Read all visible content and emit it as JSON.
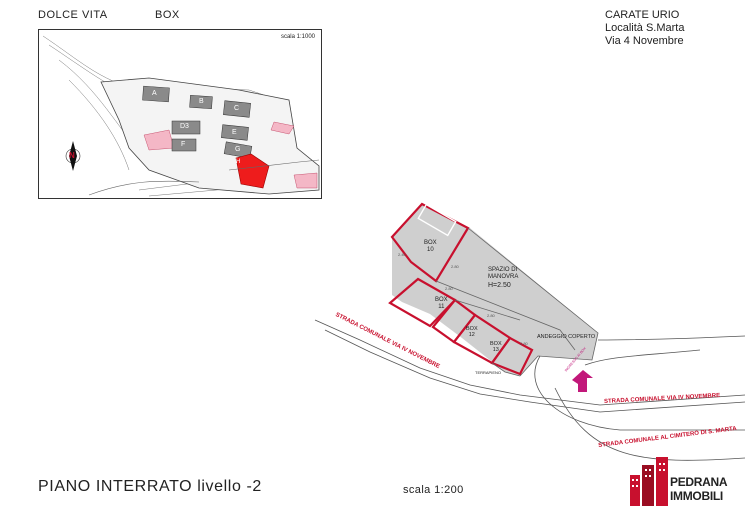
{
  "header": {
    "project": "DOLCE VITA",
    "type": "BOX",
    "city": "CARATE URIO",
    "locality": "Località S.Marta",
    "street": "Via 4 Novembre"
  },
  "site_map": {
    "scale": "scala 1:1000",
    "north": "N",
    "blocks": [
      "A",
      "B",
      "C",
      "D3",
      "E",
      "F",
      "G",
      "H"
    ]
  },
  "plan": {
    "box10": "BOX\n10",
    "box11": "BOX\n11",
    "box12": "BOX\n12",
    "box13": "BOX\n13",
    "manovra_1": "SPAZIO DI",
    "manovra_2": "MANOVRA",
    "height": "H=2.50",
    "covered": "ANDEGGIO COPERTO",
    "road_iv_nov_diag": "STRADA COMUNALE VIA IV NOVEMBRE",
    "road_iv_nov": "STRADA COMUNALE VIA IV NOVEMBRE",
    "road_cimitero": "STRADA COMUNALE AL CIMITERO DI S. MARTA",
    "terrapieno": "TERRAPIENO",
    "entrance": "INGRESSO AI BOX"
  },
  "footer": {
    "title": "PIANO INTERRATO livello -2",
    "scale": "scala 1:200",
    "brand_1": "PEDRANA",
    "brand_2": "IMMOBILI"
  },
  "colors": {
    "red": "#c8102e",
    "box_fill": "#cfcfcf",
    "bright_red": "#ee1c1c"
  }
}
